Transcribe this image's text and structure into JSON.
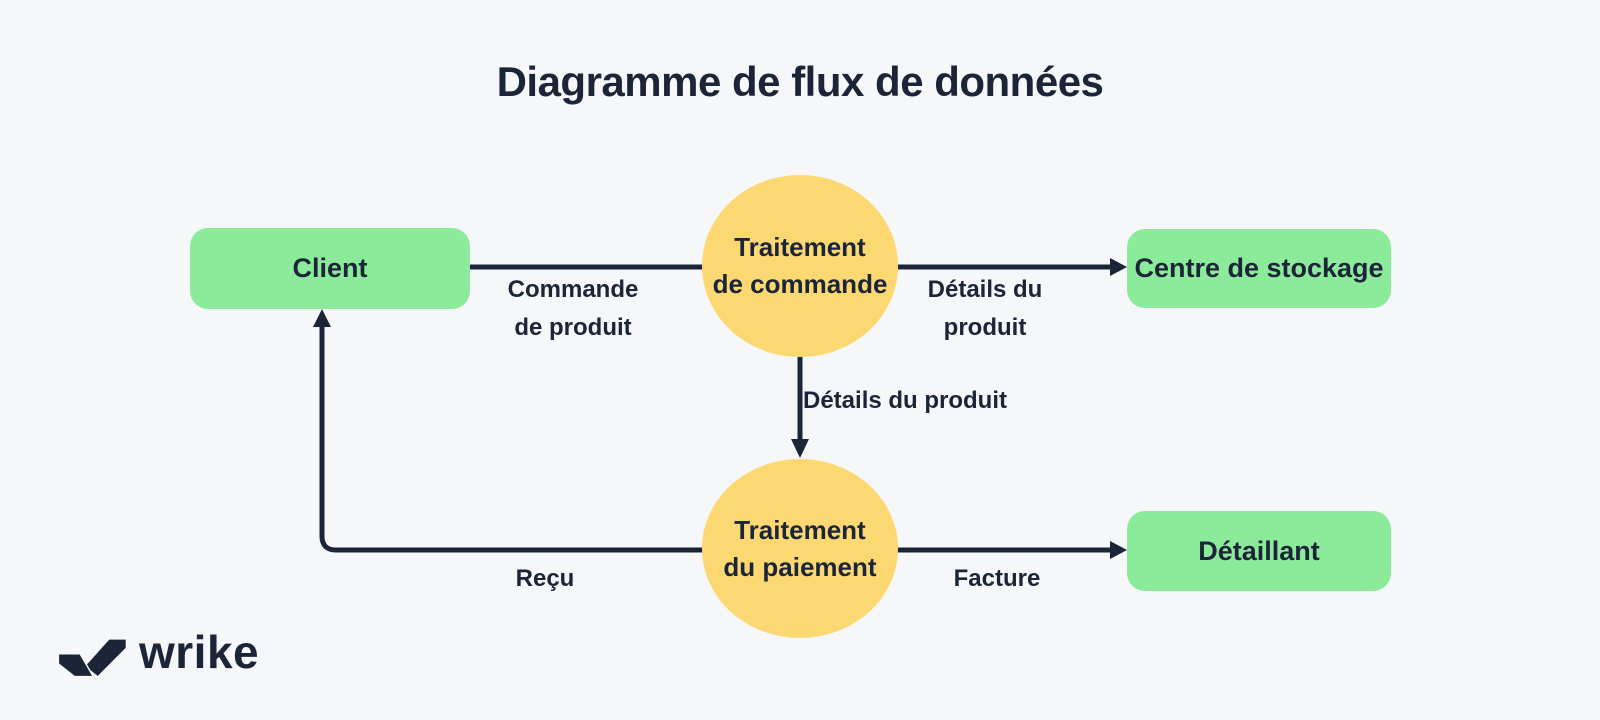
{
  "title": "Diagramme de flux de données",
  "colors": {
    "background": "#f6f7f9",
    "entity": "#8ceb9b",
    "process": "#fcd873",
    "ink": "#1c2438"
  },
  "nodes": {
    "client": {
      "label": "Client"
    },
    "order_processing": {
      "line1": "Traitement",
      "line2": "de commande"
    },
    "storage_center": {
      "label": "Centre de stockage"
    },
    "payment_processing": {
      "line1": "Traitement",
      "line2": "du paiement"
    },
    "retailer": {
      "label": "Détaillant"
    }
  },
  "flows": {
    "order": {
      "line1": "Commande",
      "line2": "de produit"
    },
    "product_details_right": {
      "line1": "Détails du",
      "line2": "produit"
    },
    "product_details_down": {
      "label": "Détails du produit"
    },
    "receipt": {
      "label": "Reçu"
    },
    "invoice": {
      "label": "Facture"
    }
  },
  "logo": {
    "text": "wrike"
  }
}
